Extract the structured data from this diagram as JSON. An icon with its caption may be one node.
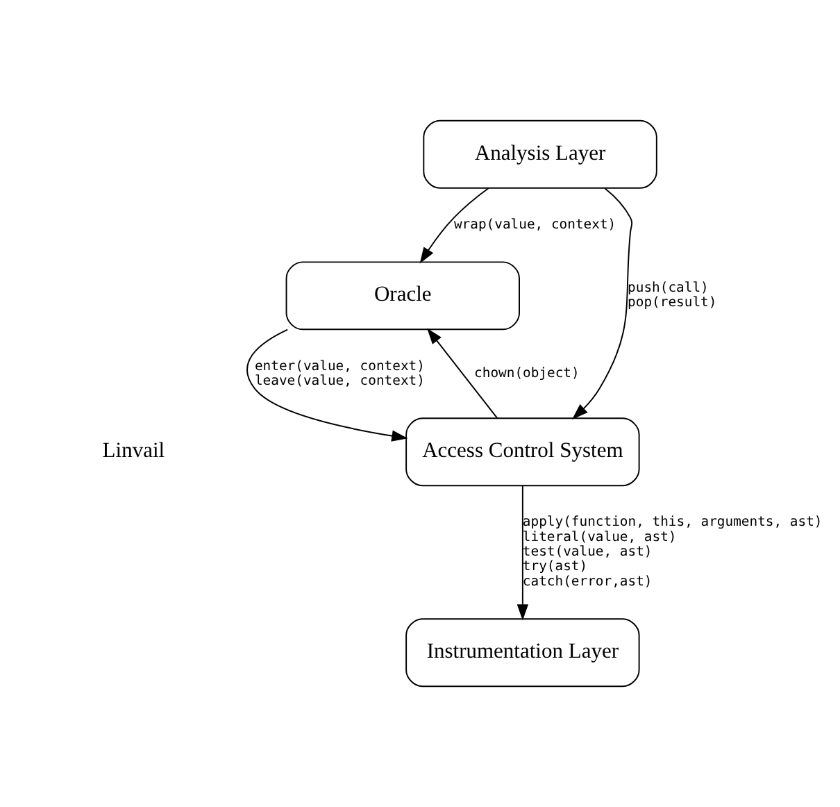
{
  "diagram": {
    "nodes": [
      {
        "text": [
          "Analysis Layer"
        ]
      },
      {
        "text": [
          "Oracle"
        ]
      },
      {
        "text": [
          "Access Control System"
        ]
      },
      {
        "text": [
          "Instrumentation Layer"
        ]
      }
    ],
    "edges": [
      {
        "from": 0,
        "to": 1,
        "arrow": "to",
        "label": "wrap(value, context)"
      },
      {
        "from": 0,
        "to": 2,
        "arrow": "to",
        "label": "push(call) pop(result)"
      },
      {
        "from": 1,
        "to": 2,
        "arrow": "to",
        "label": "enter(value, context) leave(value, context)"
      },
      {
        "from": 2,
        "to": 1,
        "arrow": "to",
        "label": "chown(object)"
      },
      {
        "from": 2,
        "to": 3,
        "arrow": "to",
        "label": "apply(function, this, arguments, ast) literal(value, ast) test(value, ast) try(ast) catch(error,ast)"
      }
    ],
    "labels": [
      "Linvail"
    ]
  }
}
